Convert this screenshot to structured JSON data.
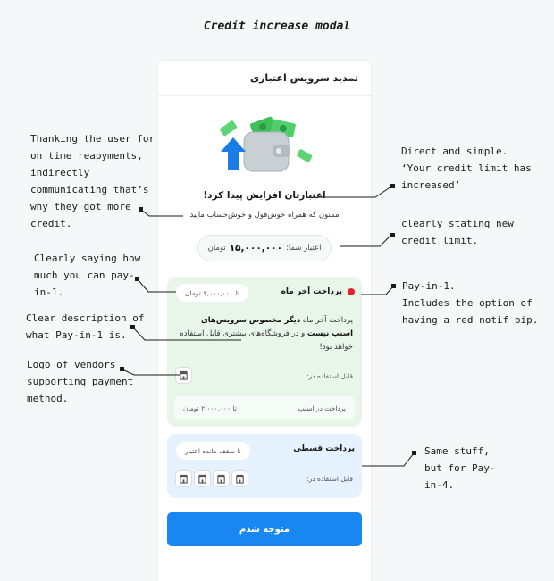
{
  "heading": "Credit increase modal",
  "modal": {
    "header_title": "تمدید سرویس اعتباری",
    "title": "اعتبارتان افزایش پیدا کرد!",
    "subtitle": "ممنون که همراه خوش‌قول و خوش‌حساب مایید",
    "limit_label": "اعتبار شما:",
    "limit_value": "۱۵,۰۰۰,۰۰۰",
    "limit_unit": "تومان",
    "pay_in_1": {
      "title": "پرداخت آخر ماه",
      "chip_prefix": "تا",
      "chip_amount": "۲,۰۰۰,۰۰۰",
      "chip_unit": "تومان",
      "desc_1": "پرداخت آخر ماه",
      "desc_bold": "دیگر مخصوص سرویس‌های اسنپ نیست",
      "desc_2": "و در فروشگاه‌های بیشتری قابل استفاده خواهد بود!",
      "usable_label": "قابل استفاده در:",
      "row_label": "پرداخت در اسنپ",
      "row_prefix": "تا",
      "row_amount": "۲,۰۰۰,۰۰۰",
      "row_unit": "تومان",
      "notif_color": "#e8202a"
    },
    "pay_in_4": {
      "title": "پرداخت قسطی",
      "chip": "تا سقف مانده اعتبار",
      "usable_label": "قابل استفاده در:"
    },
    "confirm_label": "متوجه شدم",
    "accent_color": "#1887f2"
  },
  "annotations": {
    "thanking": "Thanking the user for\non time reapyments,\nindirectly\ncommunicating that’s\nwhy they got more\ncredit.",
    "direct": "Direct and simple.\n‘Your credit limit has\nincreased’",
    "limit": "clearly stating new\ncredit limit.",
    "how_much": "Clearly saying how\nmuch you can pay-\nin-1.",
    "description": "Clear description of\nwhat Pay-in-1 is.",
    "logos": "Logo of vendors\nsupporting payment\nmethod.",
    "pay_in_1": "Pay-in-1.\nIncludes the option of\nhaving a red notif pip.",
    "pay_in_4": "Same stuff,\nbut for Pay-\nin-4."
  }
}
